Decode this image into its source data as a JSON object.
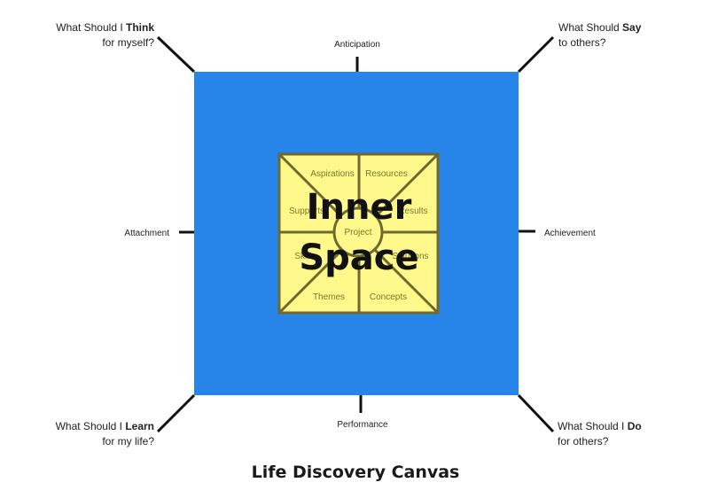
{
  "title": "Life Discovery Canvas",
  "center_title": {
    "line1": "Inner",
    "line2": "Space"
  },
  "edges": {
    "top": "Anticipation",
    "bottom": "Performance",
    "left": "Attachment",
    "right": "Achievement"
  },
  "corners": {
    "top_left": {
      "line1_pre": "What Should I ",
      "line1_bold": "Think",
      "line2": "for myself?"
    },
    "top_right": {
      "line1_pre": "What Should ",
      "line1_bold": "Say",
      "line2": "to others?"
    },
    "bottom_left": {
      "line1_pre": "What Should I ",
      "line1_bold": "Learn",
      "line2": "for my life?"
    },
    "bottom_right": {
      "line1_pre": "What Should I ",
      "line1_bold": "Do",
      "line2": "for others?"
    }
  },
  "inner_cells": {
    "top_left": "Aspirations",
    "top_right": "Resources",
    "left_top": "Supports",
    "right_top": "Results",
    "center": "Project",
    "left_bottom": "Skills",
    "right_bottom": "Solutions",
    "bottom_left": "Themes",
    "bottom_right": "Concepts"
  },
  "colors": {
    "outer_square": "#2784E8",
    "inner_square": "#FFF98C",
    "inner_stroke": "#6E6A2E",
    "lines": "#111111"
  }
}
